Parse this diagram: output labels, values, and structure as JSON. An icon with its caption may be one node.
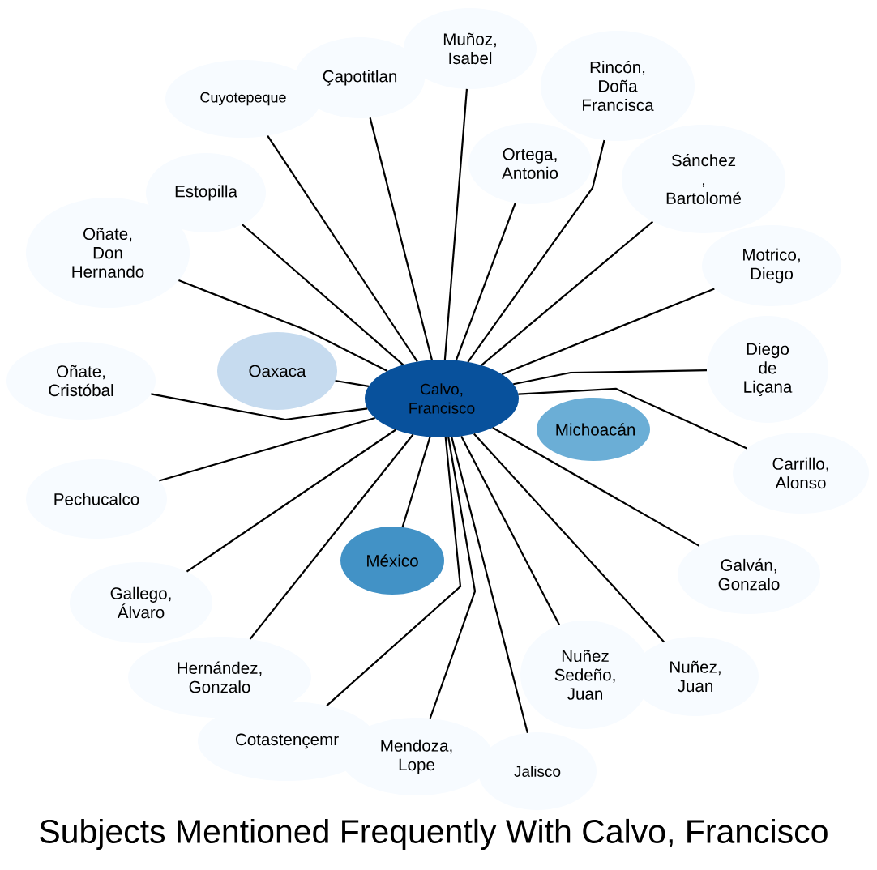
{
  "diagram": {
    "title": "Subjects Mentioned Frequently With Calvo, Francisco",
    "nodes": [
      {
        "text": [
          "Cuyotepeque"
        ]
      },
      {
        "text": [
          "Çapotitlan"
        ]
      },
      {
        "text": [
          "Muñoz, Isabel"
        ]
      },
      {
        "text": [
          "Rincón, Doña Francisca"
        ]
      },
      {
        "text": [
          "Estopilla"
        ]
      },
      {
        "text": [
          "Ortega, Antonio"
        ]
      },
      {
        "text": [
          "Sánchez , Bartolomé"
        ]
      },
      {
        "text": [
          "Oñate, Don Hernando"
        ]
      },
      {
        "text": [
          "Motrico, Diego"
        ]
      },
      {
        "text": [
          "Oñate, Cristóbal"
        ]
      },
      {
        "text": [
          "Oaxaca"
        ]
      },
      {
        "text": [
          "Calvo, Francisco"
        ]
      },
      {
        "text": [
          "Diego de Liçana"
        ]
      },
      {
        "text": [
          "Pechucalco"
        ]
      },
      {
        "text": [
          "México"
        ]
      },
      {
        "text": [
          "Michoacán"
        ]
      },
      {
        "text": [
          "Carrillo, Alonso"
        ]
      },
      {
        "text": [
          "Gallego, Álvaro"
        ]
      },
      {
        "text": [
          "Galván, Gonzalo"
        ]
      },
      {
        "text": [
          "Hernández, Gonzalo"
        ]
      },
      {
        "text": [
          "Nuñez Sedeño, Juan"
        ]
      },
      {
        "text": [
          "Nuñez, Juan"
        ]
      },
      {
        "text": [
          "Cotastençemr"
        ]
      },
      {
        "text": [
          "Mendoza, Lope"
        ]
      },
      {
        "text": [
          "Jalisco"
        ]
      }
    ],
    "edges": [
      {
        "from": 11,
        "to": 0,
        "arrow": "none"
      },
      {
        "from": 11,
        "to": 1,
        "arrow": "none"
      },
      {
        "from": 11,
        "to": 2,
        "arrow": "none"
      },
      {
        "from": 11,
        "to": 3,
        "arrow": "none"
      },
      {
        "from": 11,
        "to": 4,
        "arrow": "none"
      },
      {
        "from": 11,
        "to": 5,
        "arrow": "none"
      },
      {
        "from": 11,
        "to": 6,
        "arrow": "none"
      },
      {
        "from": 11,
        "to": 7,
        "arrow": "none"
      },
      {
        "from": 11,
        "to": 8,
        "arrow": "none"
      },
      {
        "from": 11,
        "to": 9,
        "arrow": "none"
      },
      {
        "from": 11,
        "to": 10,
        "arrow": "none"
      },
      {
        "from": 11,
        "to": 12,
        "arrow": "none"
      },
      {
        "from": 11,
        "to": 13,
        "arrow": "none"
      },
      {
        "from": 11,
        "to": 14,
        "arrow": "none"
      },
      {
        "from": 11,
        "to": 16,
        "arrow": "none"
      },
      {
        "from": 11,
        "to": 17,
        "arrow": "none"
      },
      {
        "from": 11,
        "to": 18,
        "arrow": "none"
      },
      {
        "from": 11,
        "to": 19,
        "arrow": "none"
      },
      {
        "from": 11,
        "to": 20,
        "arrow": "none"
      },
      {
        "from": 11,
        "to": 21,
        "arrow": "none"
      },
      {
        "from": 11,
        "to": 22,
        "arrow": "none"
      },
      {
        "from": 11,
        "to": 23,
        "arrow": "none"
      },
      {
        "from": 11,
        "to": 24,
        "arrow": "none"
      }
    ]
  }
}
